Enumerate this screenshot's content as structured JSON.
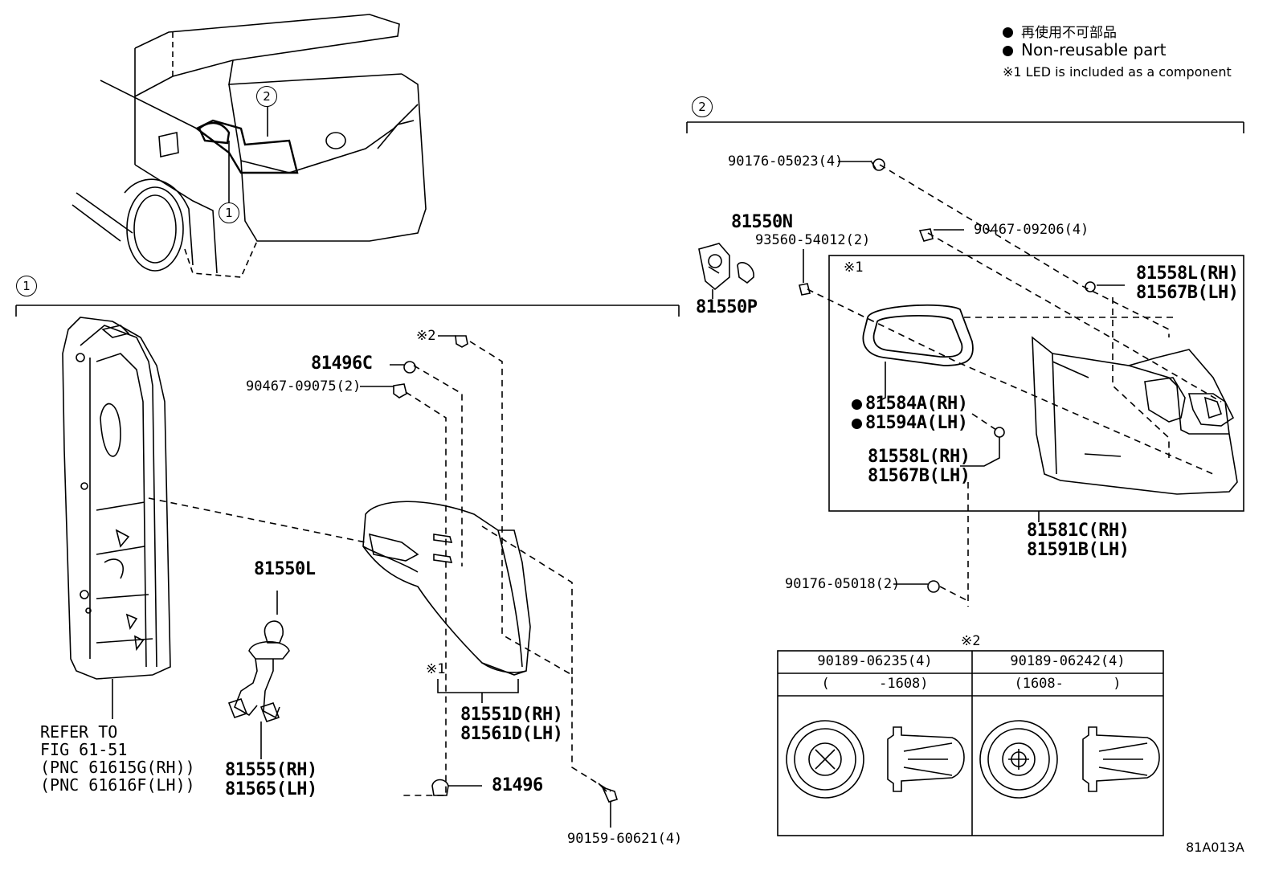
{
  "legend": {
    "jp_text": "再使用不可部品",
    "en_text": "Non-reusable part",
    "note": "※1 LED is included as a component"
  },
  "callouts": {
    "c1": "1",
    "c2": "2"
  },
  "left_group": {
    "refer": [
      "REFER TO",
      "FIG 61-51",
      "(PNC 61615G(RH))",
      "(PNC 61616F(LH))"
    ],
    "p81496C": "81496C",
    "p90467_09075": "90467-09075(2)",
    "mark2": "※2",
    "p81550L": "81550L",
    "p81555": "81555(RH)",
    "p81565": "81565(LH)",
    "mark1": "※1",
    "p81551D": "81551D(RH)",
    "p81561D": "81561D(LH)",
    "p81496": "81496",
    "p90159": "90159-60621(4)"
  },
  "right_group": {
    "p90176_05023": "90176-05023(4)",
    "p90467_09206": "90467-09206(4)",
    "p81550N": "81550N",
    "p93560": "93560-54012(2)",
    "p81550P": "81550P",
    "mark1": "※1",
    "p81558L_top": "81558L(RH)",
    "p81567B_top": "81567B(LH)",
    "p81584A": "81584A(RH)",
    "p81594A": "81594A(LH)",
    "p81558L_mid": "81558L(RH)",
    "p81567B_mid": "81567B(LH)",
    "p81581C": "81581C(RH)",
    "p81591B": "81591B(LH)",
    "p90176_05018": "90176-05018(2)"
  },
  "clip_table": {
    "mark": "※2",
    "col1_part": "90189-06235(4)",
    "col2_part": "90189-06242(4)",
    "col1_range": "(      -1608)",
    "col2_range": "(1608-      )"
  },
  "figure_code": "81A013A"
}
